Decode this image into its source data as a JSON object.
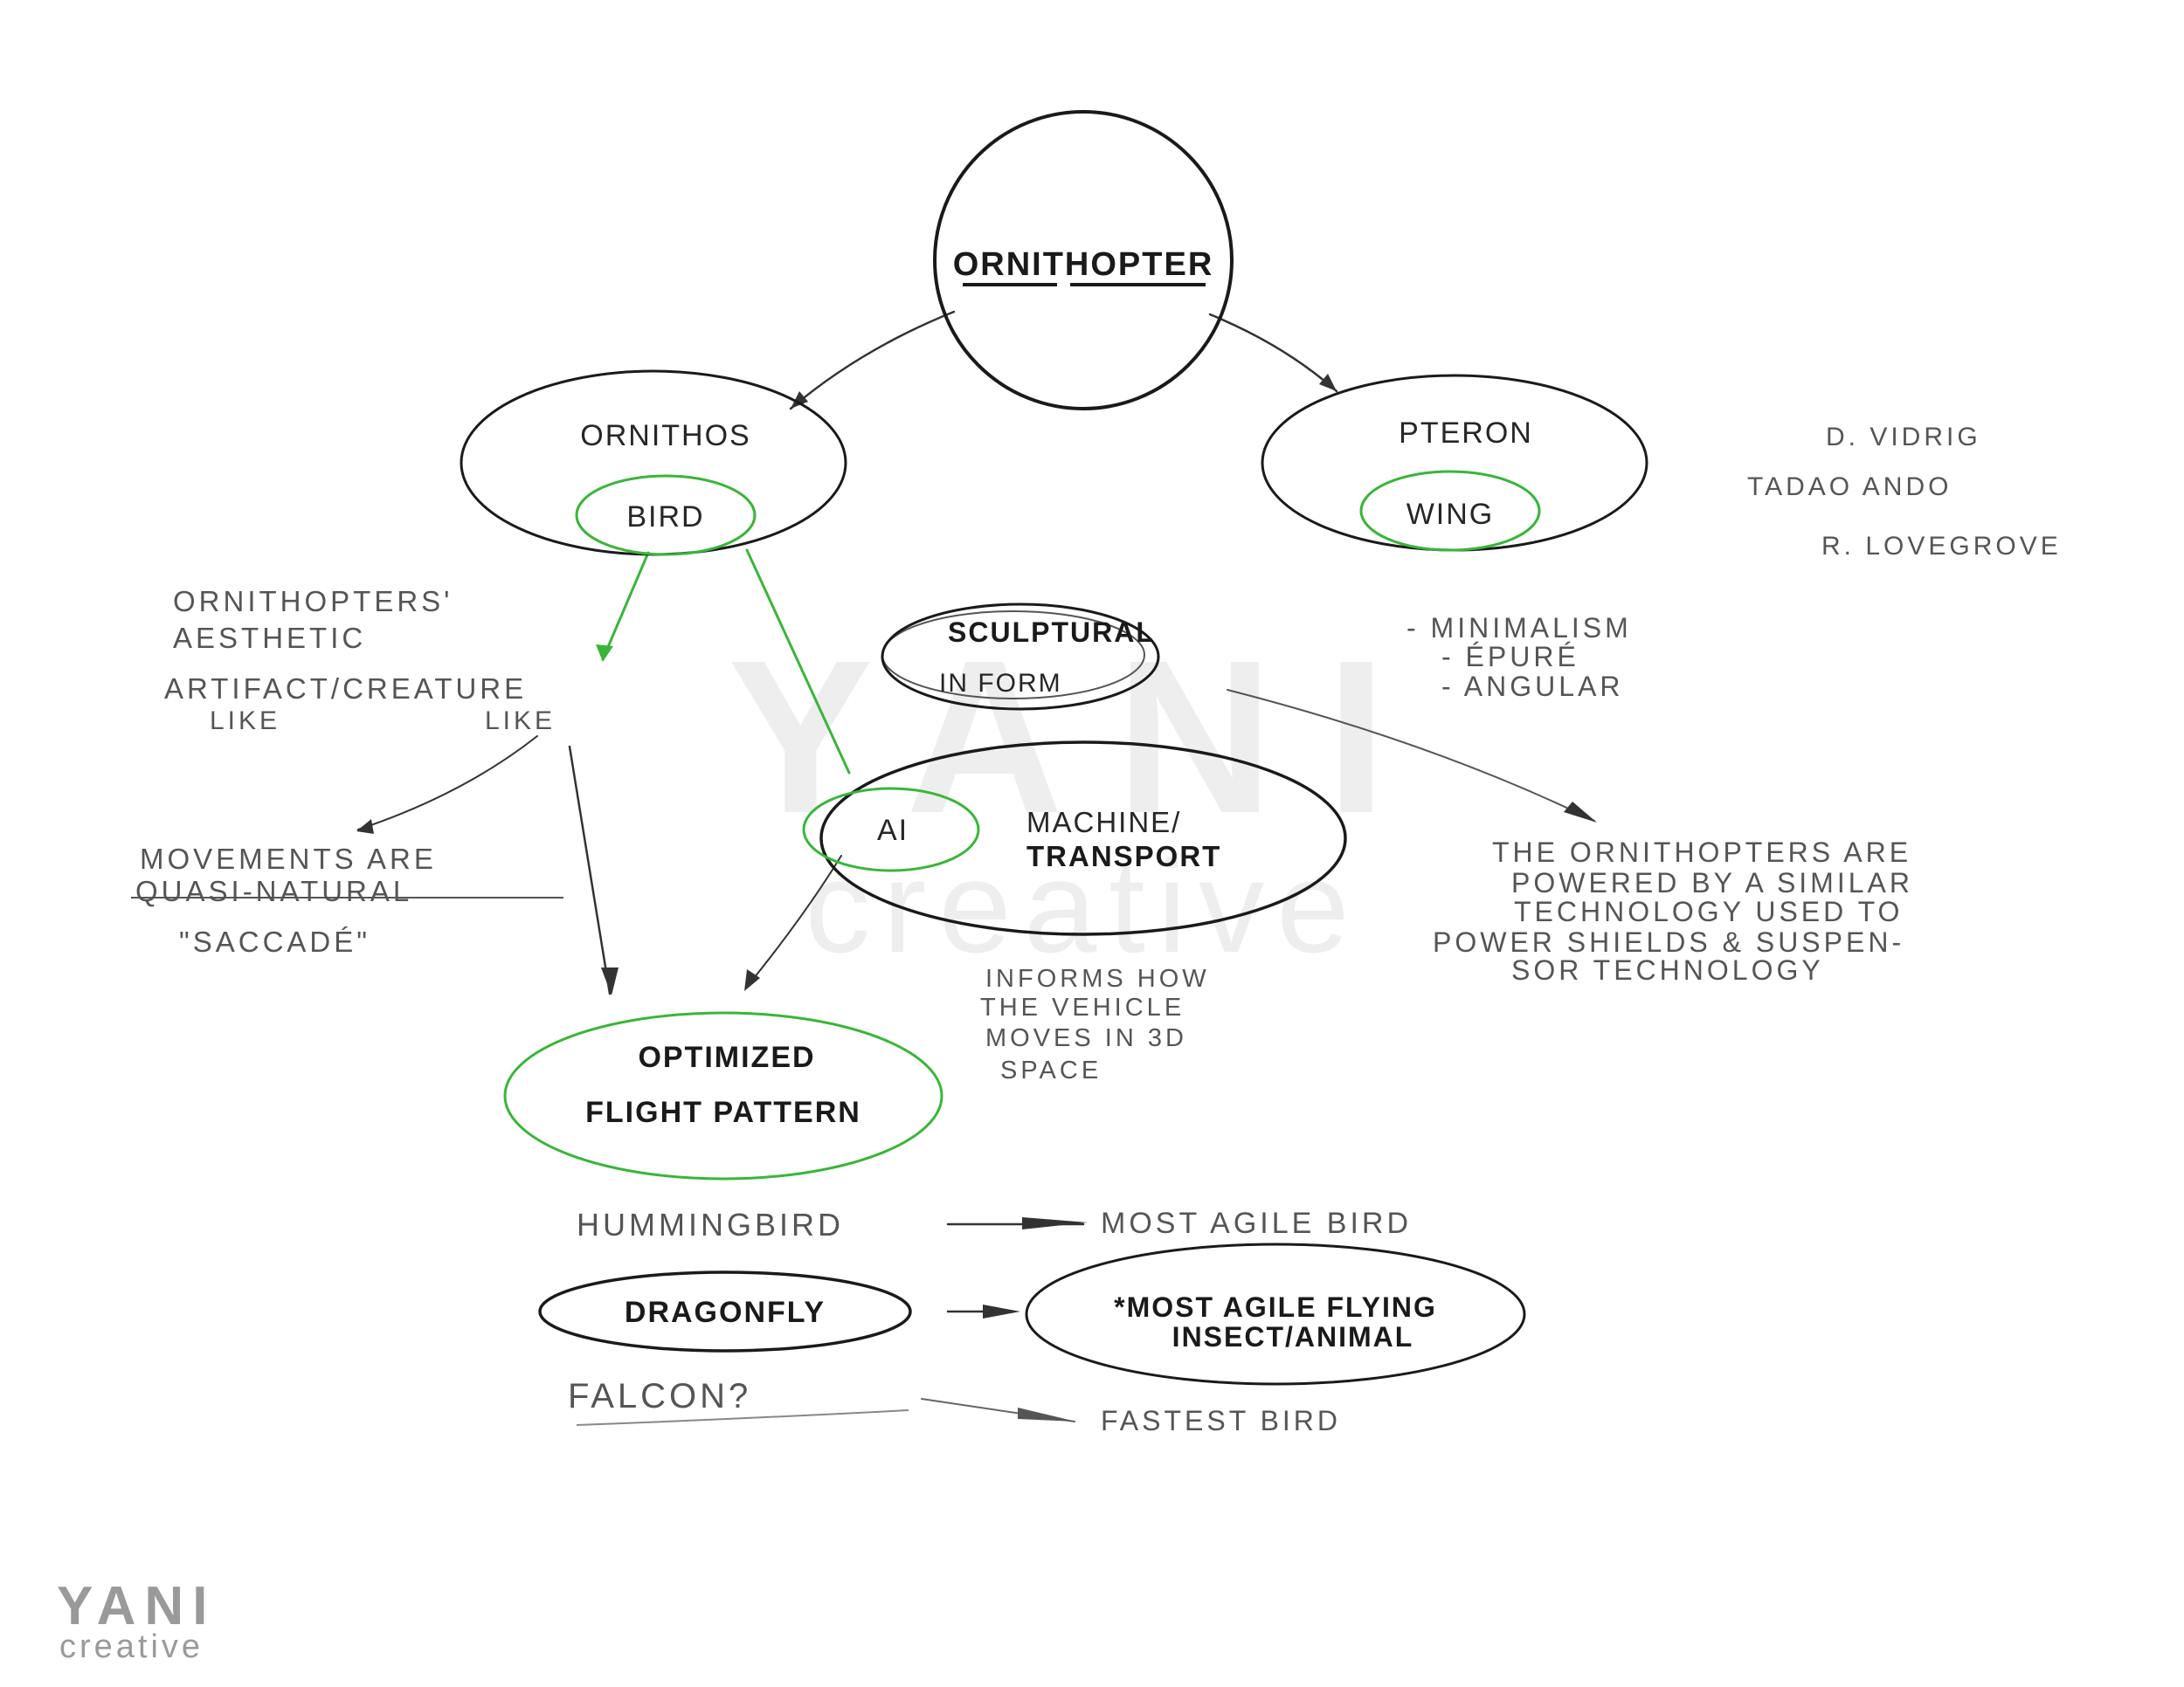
{
  "colors": {
    "ink": "#1f1f1f",
    "pencil": "#6a6a6a",
    "accent": "#3ab53a",
    "watermark": "#eeeeee",
    "logo": "#9a9a9a"
  },
  "nodes": {
    "root": "ORNITHOPTER",
    "ornithos": "ORNITHOS",
    "bird": "BIRD",
    "pteron": "PTERON",
    "wing": "WING",
    "sculptural_1": "SCULPTURAL",
    "sculptural_2": "IN FORM",
    "ai": "Ai",
    "machine_1": "MACHINE/",
    "machine_2": "TRANSPORT",
    "optimized_1": "OPTIMIZED",
    "optimized_2": "FLIGHT PATTERN",
    "dragonfly": "DRAGONFLY",
    "agile_1": "*MOST AGILE FLYING",
    "agile_2": "INSECT/ANIMAL"
  },
  "notes": {
    "aesthetic_1": "ORNITHOPTERS'",
    "aesthetic_2": "AESTHETIC",
    "artifact_1": "ARTIFACT/CREATURE",
    "artifact_2a": "LIKE",
    "artifact_2b": "LIKE",
    "movements_1": "MOVEMENTS ARE",
    "movements_2": "QUASI-NATURAL",
    "movements_3": "\"SACCADÉ\"",
    "informs_1": "INFORMS HOW",
    "informs_2": "THE VEHICLE",
    "informs_3": "MOVES IN 3D",
    "informs_4": "SPACE",
    "style_1": "- MINIMALISM",
    "style_2": "- ÉPURÉ",
    "style_3": "- ANGULAR",
    "powered_1": "THE ORNITHOPTERS ARE",
    "powered_2": "POWERED BY A SIMILAR",
    "powered_3": "TECHNOLOGY USED TO",
    "powered_4": "POWER SHIELDS & SUSPEN-",
    "powered_5": "SOR TECHNOLOGY",
    "hummingbird": "HUMMINGBIRD",
    "agile_bird": "MOST AGILE BIRD",
    "falcon": "FALCON?",
    "fastest": "FASTEST BIRD"
  },
  "references": [
    "D. VIDRIG",
    "TADAO ANDO",
    "R. LOVEGROVE"
  ],
  "logo": {
    "mark": "YANI",
    "sub": "creative"
  },
  "watermark": {
    "mark": "YANI",
    "sub": "creative"
  }
}
